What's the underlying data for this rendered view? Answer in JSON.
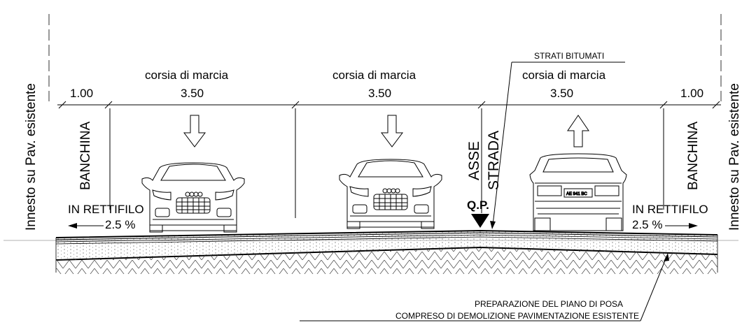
{
  "existing_left": "Innesto su Pav. esistente",
  "existing_right": "Innesto su Pav. esistente",
  "lanes": [
    {
      "name": "corsia di marcia",
      "width": "3.50",
      "direction": "down"
    },
    {
      "name": "corsia di marcia",
      "width": "3.50",
      "direction": "down"
    },
    {
      "name": "corsia di marcia",
      "width": "3.50",
      "direction": "up"
    }
  ],
  "shoulders": [
    {
      "label": "BANCHINA",
      "width": "1.00"
    },
    {
      "label": "BANCHINA",
      "width": "1.00"
    }
  ],
  "axis": {
    "line1": "ASSE",
    "line2": "STRADA",
    "qp": "Q.P."
  },
  "slopes": [
    {
      "label": "IN  RETTIFILO",
      "value": "2.5  %",
      "direction": "left"
    },
    {
      "label": "IN  RETTIFILO",
      "value": "2.5  %",
      "direction": "right"
    }
  ],
  "callouts": {
    "top": "STRATI  BITUMATI",
    "bottom_line1": "PREPARAZIONE  DEL  PIANO  DI  POSA",
    "bottom_line2": "COMPRESO  DI  DEMOLIZIONE  PAVIMENTAZIONE  ESISTENTE"
  },
  "plate": "AE 941 BC"
}
